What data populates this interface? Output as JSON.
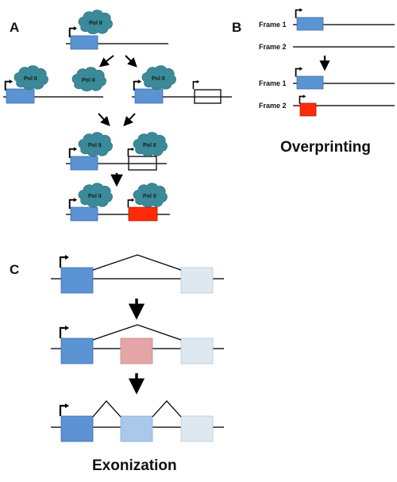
{
  "panels": {
    "a": "A",
    "b": "B",
    "c": "C"
  },
  "pol_label": "Pol II",
  "frames": {
    "frame1": "Frame 1",
    "frame2": "Frame 2"
  },
  "captions": {
    "overprinting": "Overprinting",
    "exonization": "Exonization"
  },
  "colors": {
    "exon_blue": "#5b93d3",
    "exon_light_blue": "#a9c8ea",
    "exon_pale": "#dde8f0",
    "exon_pink": "#e3a5a5",
    "novel_red": "#ff2a0a",
    "pol_ii": "#3b8a9a"
  }
}
